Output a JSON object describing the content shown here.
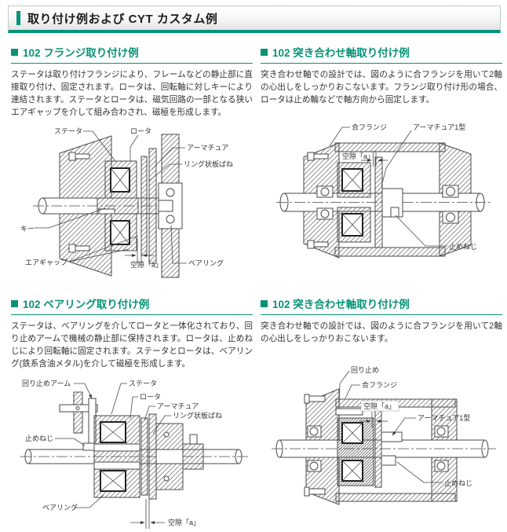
{
  "page_title": "取り付け例および CYT カスタム例",
  "icons": {
    "heading_bullet": "square-bullet"
  },
  "colors": {
    "accent_green": "#009478",
    "heading_green": "#089377",
    "header_border": "#b9cfc8",
    "body_text": "#333333",
    "diagram_line": "#4a4a4a"
  },
  "sections": [
    {
      "heading": "102 フランジ取り付け例",
      "body": "ステータは取り付けフランジにより、フレームなどの静止部に直接取り付け、固定されます。ロータは、回転軸に対しキーにより連結されます。ステータとロータは、磁気回路の一部となる狭いエアギャップを介して組み合わされ、磁極を形成します。",
      "labels": {
        "stator": "ステータ",
        "rotor": "ロータ",
        "armature": "アーマチュア",
        "ring_spring": "リング状板ばね",
        "key": "キー",
        "air_gap": "エアギャップ",
        "gap_a": "空隙「a」",
        "bearing": "ベアリング"
      }
    },
    {
      "heading": "102 突き合わせ軸取り付け例",
      "body": "突き合わせ軸での設計では、図のように合フランジを用いて2軸の心出しをしっかりおこないます。フランジ取り付け形の場合、ロータは止め輪などで軸方向から固定します。",
      "labels": {
        "mating_flange": "合フランジ",
        "armature1": "アーマチュア1型",
        "gap_a": "空隙「a」",
        "set_screw": "止めねじ"
      }
    },
    {
      "heading": "102 ベアリング取り付け例",
      "body": "ステータは、ベアリングを介してロータと一体化されており、回り止めアームで機械の静止部に保持されます。ロータは、止めねじにより回転軸に固定されます。ステータとロータは、ベアリング(鉄系含油メタル)を介して磁極を形成します。",
      "labels": {
        "arm": "回り止めアーム",
        "stator": "ステータ",
        "rotor": "ロータ",
        "armature": "アーマチュア",
        "ring_spring": "リング状板ばね",
        "set_screw": "止めねじ",
        "bearing": "ベアリング",
        "gap_a": "空隙「a」"
      }
    },
    {
      "heading": "102 突き合わせ軸取り付け例",
      "body": "突き合わせ軸での設計では、図のように合フランジを用いて2軸の心出しをしっかりおこないます。",
      "labels": {
        "detent": "回り止め",
        "mating_flange": "合フランジ",
        "gap_a": "空隙「a」",
        "armature1": "アーマチュア1型",
        "set_screw": "止めねじ"
      }
    }
  ]
}
